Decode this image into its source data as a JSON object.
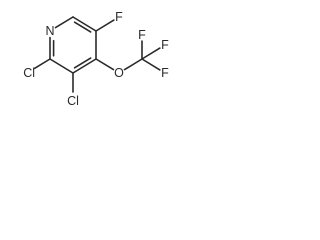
{
  "molecule": {
    "atoms": [
      {
        "id": "n1",
        "label": "N",
        "element": "N"
      },
      {
        "id": "c2",
        "label": "",
        "element": "C"
      },
      {
        "id": "c3",
        "label": "",
        "element": "C"
      },
      {
        "id": "c4",
        "label": "",
        "element": "C"
      },
      {
        "id": "c5",
        "label": "",
        "element": "C"
      },
      {
        "id": "c6",
        "label": "",
        "element": "C"
      },
      {
        "id": "f5",
        "label": "F",
        "element": "F"
      },
      {
        "id": "cl2",
        "label": "Cl",
        "element": "Cl"
      },
      {
        "id": "cl3",
        "label": "Cl",
        "element": "Cl"
      },
      {
        "id": "o4",
        "label": "O",
        "element": "O"
      },
      {
        "id": "ccf3",
        "label": "",
        "element": "C"
      },
      {
        "id": "fa",
        "label": "F",
        "element": "F"
      },
      {
        "id": "fb",
        "label": "F",
        "element": "F"
      },
      {
        "id": "fc",
        "label": "F",
        "element": "F"
      }
    ],
    "bonds": [
      {
        "a": "n1",
        "b": "c2",
        "order": 2
      },
      {
        "a": "c2",
        "b": "c3",
        "order": 1
      },
      {
        "a": "c3",
        "b": "c4",
        "order": 2
      },
      {
        "a": "c4",
        "b": "c5",
        "order": 1
      },
      {
        "a": "c5",
        "b": "c6",
        "order": 2
      },
      {
        "a": "c6",
        "b": "n1",
        "order": 1
      },
      {
        "a": "c5",
        "b": "f5",
        "order": 1
      },
      {
        "a": "c2",
        "b": "cl2",
        "order": 1
      },
      {
        "a": "c3",
        "b": "cl3",
        "order": 1
      },
      {
        "a": "c4",
        "b": "o4",
        "order": 1
      },
      {
        "a": "o4",
        "b": "ccf3",
        "order": 1
      },
      {
        "a": "ccf3",
        "b": "fa",
        "order": 1
      },
      {
        "a": "ccf3",
        "b": "fb",
        "order": 1
      },
      {
        "a": "ccf3",
        "b": "fc",
        "order": 1
      }
    ]
  },
  "colors": {
    "line": "#2a2a2a",
    "background": "#ffffff"
  }
}
